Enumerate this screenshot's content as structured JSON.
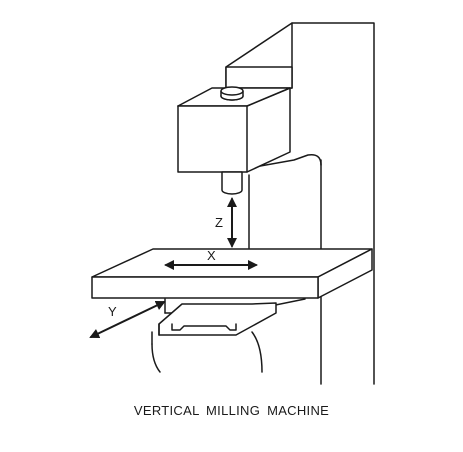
{
  "diagram": {
    "caption": "VERTICAL MILLING MACHINE",
    "axis_labels": {
      "x": "X",
      "y": "Y",
      "z": "Z"
    },
    "colors": {
      "line": "#1a1a1a",
      "background": "#ffffff"
    }
  }
}
